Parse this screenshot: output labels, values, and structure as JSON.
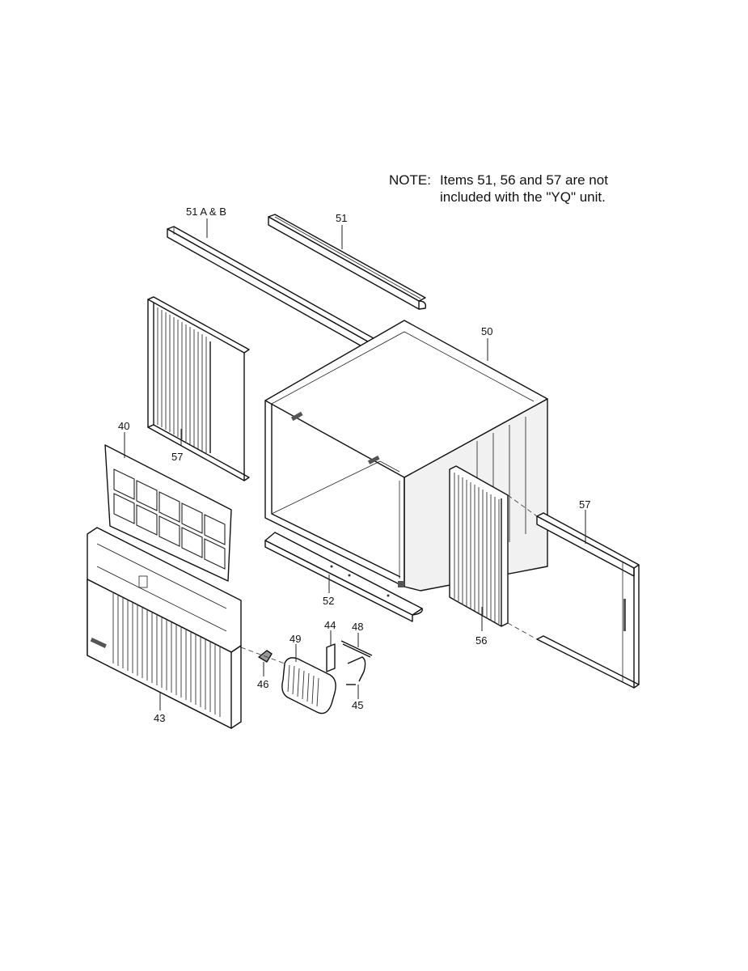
{
  "note": {
    "label": "NOTE:",
    "line1": "Items 51, 56 and 57 are not",
    "line2": "included with the \"YQ\" unit."
  },
  "callouts": {
    "c51ab": "51 A & B",
    "c51": "51",
    "c50": "50",
    "c57a": "57",
    "c40": "40",
    "c52": "52",
    "c57b": "57",
    "c56": "56",
    "c44": "44",
    "c48": "48",
    "c49": "49",
    "c46": "46",
    "c45": "45",
    "c43": "43"
  }
}
